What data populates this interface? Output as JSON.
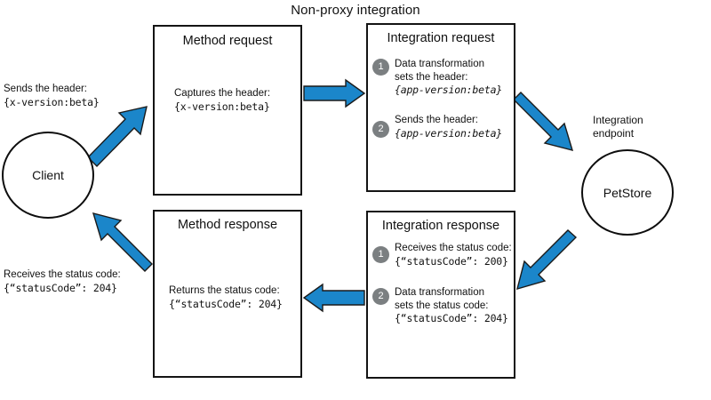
{
  "title": "Non-proxy integration",
  "colors": {
    "arrow_blue": "#1b86ca",
    "arrow_outline": "#1a1a1a",
    "box_border": "#141414",
    "step_badge": "#7b7f81",
    "background": "#ffffff",
    "text": "#111111"
  },
  "client": {
    "label": "Client",
    "request_note_line1": "Sends the header:",
    "request_note_line2": "{x-version:beta}",
    "response_note_line1": "Receives the status code:",
    "response_note_line2": "{“statusCode”: 204}"
  },
  "endpoint": {
    "caption_line1": "Integration",
    "caption_line2": "endpoint",
    "label": "PetStore"
  },
  "method_request": {
    "title": "Method request",
    "line1": "Captures the header:",
    "line2": "{x-version:beta}"
  },
  "integration_request": {
    "title": "Integration request",
    "steps": [
      {
        "number": "1",
        "line1": "Data transformation",
        "line2": "sets the header:",
        "line3": "{app-version:beta}"
      },
      {
        "number": "2",
        "line1": "Sends the header:",
        "line2": "{app-version:beta}"
      }
    ]
  },
  "integration_response": {
    "title": "Integration response",
    "steps": [
      {
        "number": "1",
        "line1": "Receives the status code:",
        "line2": "{“statusCode”: 200}"
      },
      {
        "number": "2",
        "line1": "Data transformation",
        "line2": "sets the status code:",
        "line3": "{“statusCode”: 204}"
      }
    ]
  },
  "method_response": {
    "title": "Method response",
    "line1": "Returns the status code:",
    "line2": "{“statusCode”: 204}"
  },
  "flow": {
    "arrows": [
      "client-to-method-request",
      "method-request-to-integration-request",
      "integration-request-to-endpoint",
      "endpoint-to-integration-response",
      "integration-response-to-method-response",
      "method-response-to-client"
    ]
  }
}
